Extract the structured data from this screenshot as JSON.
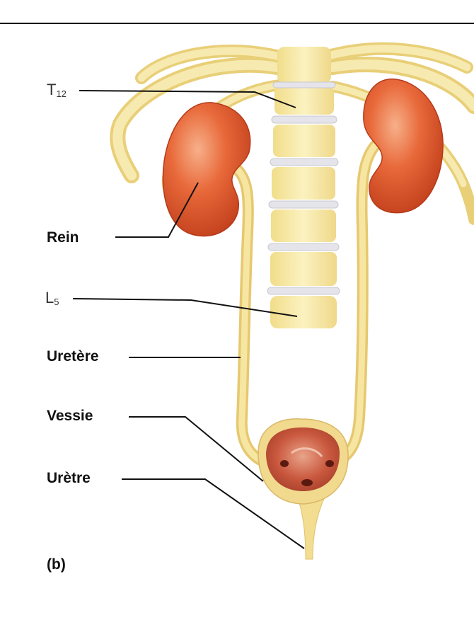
{
  "figure": {
    "panel_label": "(b)",
    "labels": {
      "t12_main": "T",
      "t12_sub": "12",
      "l5_main": "L",
      "l5_sub": "5",
      "rein": "Rein",
      "uretere": "Uretère",
      "vessie": "Vessie",
      "uretre": "Urètre"
    }
  },
  "colors": {
    "kidney": "#e15a2a",
    "bone": "#f6eaa0",
    "disc": "#e2e2e6",
    "bladder": "#c7533f",
    "lines": "#111111"
  }
}
